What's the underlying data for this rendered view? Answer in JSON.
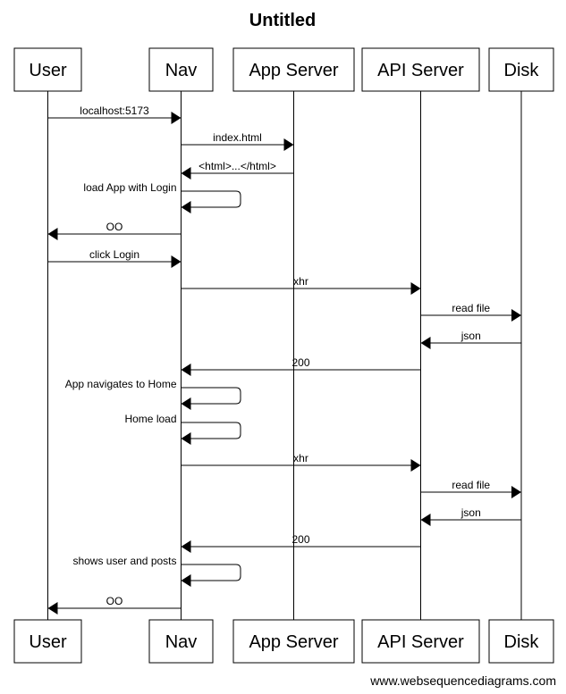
{
  "title": "Untitled",
  "footer": "www.websequencediagrams.com",
  "actors": [
    {
      "id": "user",
      "label": "User"
    },
    {
      "id": "nav",
      "label": "Nav"
    },
    {
      "id": "app",
      "label": "App Server"
    },
    {
      "id": "api",
      "label": "API Server"
    },
    {
      "id": "disk",
      "label": "Disk"
    }
  ],
  "messages": [
    {
      "from": "user",
      "to": "nav",
      "label": "localhost:5173"
    },
    {
      "from": "nav",
      "to": "app",
      "label": "index.html"
    },
    {
      "from": "app",
      "to": "nav",
      "label": "<html>...</html>"
    },
    {
      "from": "nav",
      "to": "nav",
      "label": "load App with Login"
    },
    {
      "from": "nav",
      "to": "user",
      "label": "OO"
    },
    {
      "from": "user",
      "to": "nav",
      "label": "click Login"
    },
    {
      "from": "nav",
      "to": "api",
      "label": "xhr"
    },
    {
      "from": "api",
      "to": "disk",
      "label": "read file"
    },
    {
      "from": "disk",
      "to": "api",
      "label": "json"
    },
    {
      "from": "api",
      "to": "nav",
      "label": "200"
    },
    {
      "from": "nav",
      "to": "nav",
      "label": "App navigates to Home"
    },
    {
      "from": "nav",
      "to": "nav",
      "label": "Home load"
    },
    {
      "from": "nav",
      "to": "api",
      "label": "xhr"
    },
    {
      "from": "api",
      "to": "disk",
      "label": "read file"
    },
    {
      "from": "disk",
      "to": "api",
      "label": "json"
    },
    {
      "from": "api",
      "to": "nav",
      "label": "200"
    },
    {
      "from": "nav",
      "to": "nav",
      "label": "shows user and posts"
    },
    {
      "from": "nav",
      "to": "user",
      "label": "OO"
    }
  ]
}
